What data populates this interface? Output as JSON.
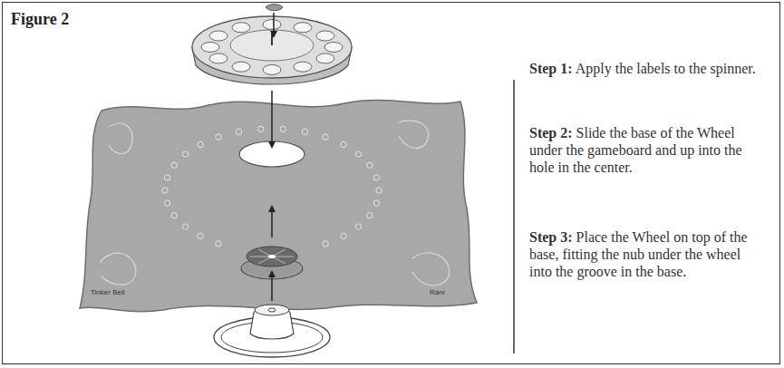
{
  "diagram": {
    "title": "Figure 2",
    "labels": [
      "Step 1:",
      "Apply the labels to the spinner.",
      "Step 2:",
      "Slide the base of the Wheel under the gameboard and up into the hole in the center.",
      "Step 3:",
      "Place the Wheel on top of the base, fitting the nub under the wheel into the groove in the base.",
      "Tinker Bell",
      "Rani"
    ]
  }
}
